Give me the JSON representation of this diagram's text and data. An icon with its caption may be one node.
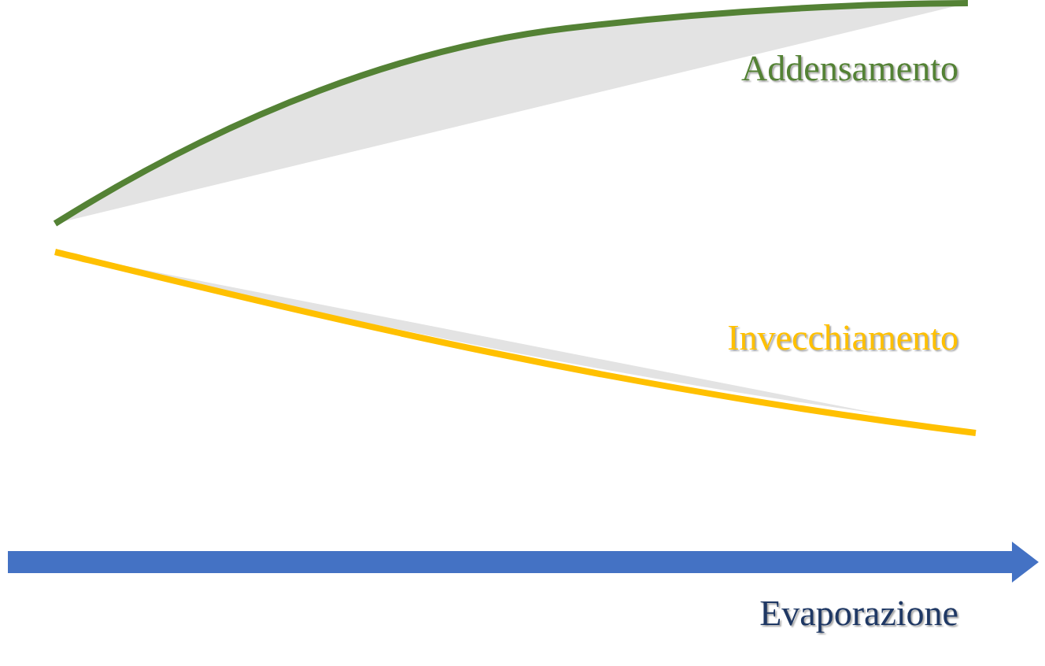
{
  "diagram": {
    "labels": [
      "Addensamento",
      "Invecchiamento",
      "Evaporazione"
    ]
  }
}
